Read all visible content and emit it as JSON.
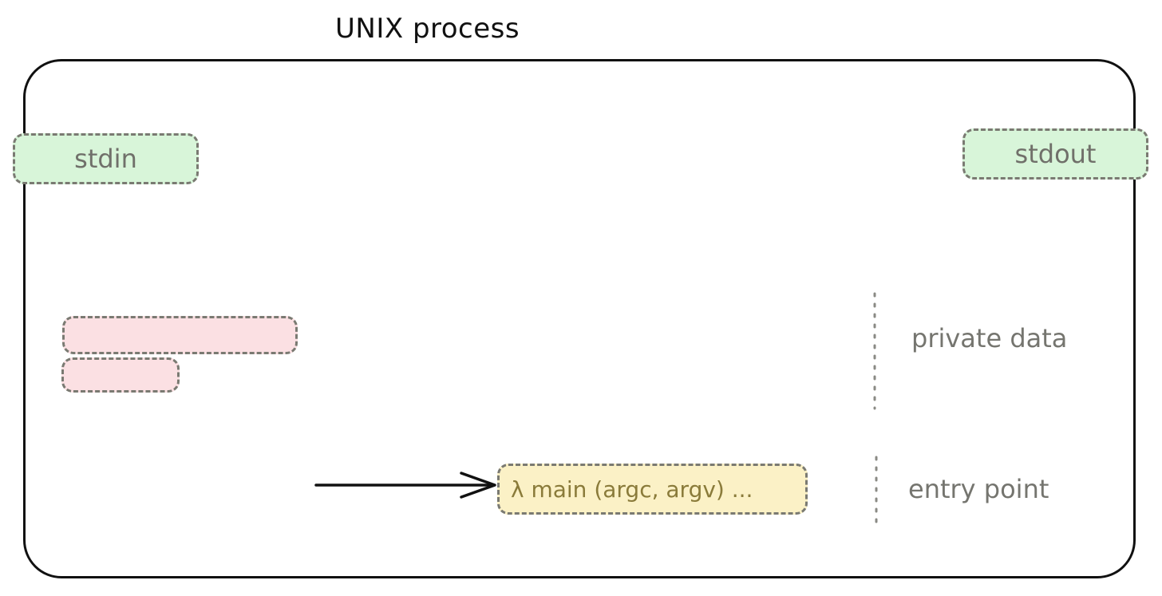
{
  "diagram": {
    "title": "UNIX process",
    "streams": {
      "stdin_label": "stdin",
      "stdout_label": "stdout"
    },
    "private_data": {
      "label": "private data",
      "color": "#fbe0e3"
    },
    "entry_point": {
      "label": "entry point",
      "function_text": "λ main (argc, argv) ...",
      "color": "#fbf1c6"
    },
    "colors": {
      "stream_fill": "#d8f5d9",
      "dash_stroke": "#7a7a72",
      "outline": "#111111"
    }
  }
}
